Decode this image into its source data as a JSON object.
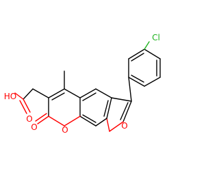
{
  "structure": {
    "atom_labels": {
      "cl": "Cl",
      "hydroxyl": "HO",
      "carbonyl_o_acid": "O",
      "carbonyl_o_lactone": "O",
      "ring_o_pyranone": "O",
      "ring_o_furan": "O"
    },
    "colors": {
      "carbon_bond": "#000000",
      "oxygen": "#ff0000",
      "chlorine": "#1fb31f",
      "background": "#ffffff"
    }
  }
}
